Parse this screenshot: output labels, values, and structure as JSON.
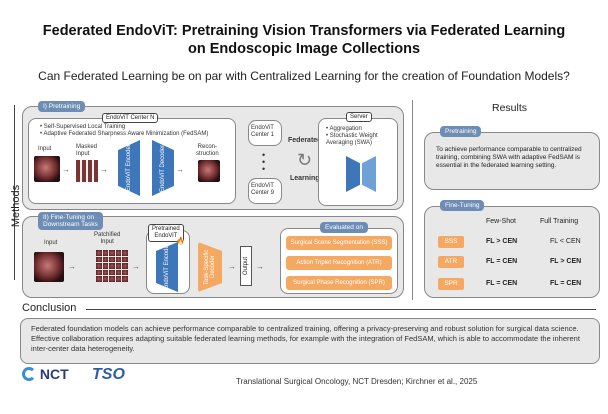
{
  "title": {
    "line1": "Federated EndoViT: Pretraining Vision Transformers via Federated Learning",
    "line2": "on Endoscopic Image Collections"
  },
  "question": "Can Federated Learning be on par with Centralized Learning for the creation of Foundation Models?",
  "methods_label": "Methods",
  "pretraining": {
    "tag": "I) Pretraining",
    "center_label": "EndoViT Center N",
    "bullets": [
      "Self-Supervised Local Training",
      "Adaptive Federated Sharpness Aware Minimization (FedSAM)"
    ],
    "input_label": "Input",
    "masked_label": "Masked\nInput",
    "recon_label": "Recon-\nstruction",
    "encoder": "EndoViT\nEncoder",
    "decoder": "EndoViT\nDecoder",
    "center1": "EndoViT\nCenter 1",
    "center9": "EndoViT\nCenter 9",
    "federated": "Federated",
    "learning": "Learning",
    "server_label": "Server",
    "server_bullets": [
      "Aggregation",
      "Stochastic Weight\nAveraging (SWA)"
    ]
  },
  "finetuning": {
    "tag": "II) Fine-Tuning on\nDownstream Tasks",
    "input_label": "Input",
    "patch_label": "Patchified\nInput",
    "pretrained_label": "Pretrained\nEndoViT",
    "encoder": "EndoViT\nEncoder",
    "decoder": "Task-Specific\nDecoder",
    "output": "Output",
    "evaluated_on": "Evaluated on",
    "tasks": [
      "Surgical Scene Segmentation (SSS)",
      "Action Triplet Recognition (ATR)",
      "Surgical Phase Recognition (SPR)"
    ]
  },
  "results": {
    "title": "Results",
    "pretraining_tag": "Pretraining",
    "pretraining_text": "To achieve performance comparable to centralized training, combining SWA with adaptive FedSAM is essential in the federated learning setting.",
    "finetuning_tag": "Fine-Tuning",
    "col1": "Few-Shot",
    "col2": "Full Training",
    "rows": [
      {
        "task": "SSS",
        "few": "FL > CEN",
        "full": "FL < CEN"
      },
      {
        "task": "ATR",
        "few": "FL = CEN",
        "full": "FL > CEN"
      },
      {
        "task": "SPR",
        "few": "FL = CEN",
        "full": "FL = CEN"
      }
    ]
  },
  "conclusion": {
    "label": "Conclusion",
    "text": "Federated foundation models can achieve performance comparable to centralized training, offering a privacy-preserving and robust solution for surgical data science. Effective collaboration requires adapting suitable federated learning methods, for example with the integration of FedSAM, which is able to accommodate the inherent inter-center data heterogeneity."
  },
  "footer": "Translational Surgical Oncology, NCT Dresden; Kirchner et al., 2025",
  "logos": {
    "nct": "NCT",
    "tso": "TSO"
  },
  "colors": {
    "blue": "#3d76b9",
    "orange": "#f5a862",
    "tag_blue": "#6d8db5",
    "panel_gray": "#e8e8e8"
  }
}
